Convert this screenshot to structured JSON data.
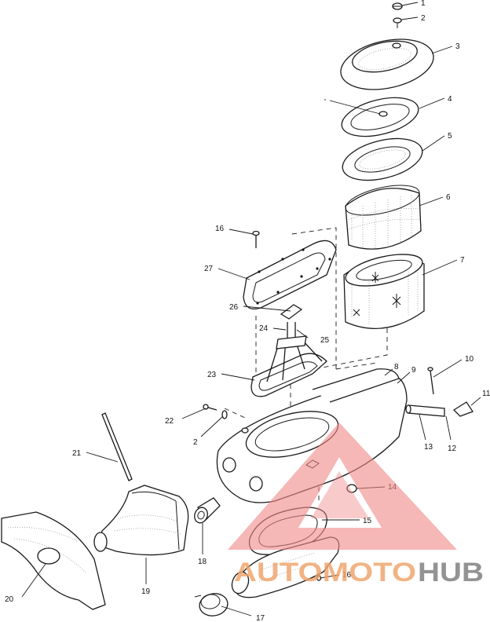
{
  "callouts": [
    {
      "id": "c1",
      "text": "1"
    },
    {
      "id": "c2a",
      "text": "2"
    },
    {
      "id": "c3",
      "text": "3"
    },
    {
      "id": "c4",
      "text": "4"
    },
    {
      "id": "c5",
      "text": "5"
    },
    {
      "id": "c6",
      "text": "6"
    },
    {
      "id": "c7",
      "text": "7"
    },
    {
      "id": "c8",
      "text": "8"
    },
    {
      "id": "c9",
      "text": "9"
    },
    {
      "id": "c10",
      "text": "10"
    },
    {
      "id": "c11",
      "text": "11"
    },
    {
      "id": "c12",
      "text": "12"
    },
    {
      "id": "c13",
      "text": "13"
    },
    {
      "id": "c14",
      "text": "14"
    },
    {
      "id": "c15",
      "text": "15"
    },
    {
      "id": "c16a",
      "text": "16"
    },
    {
      "id": "c16b",
      "text": "16"
    },
    {
      "id": "c17",
      "text": "17"
    },
    {
      "id": "c18",
      "text": "18"
    },
    {
      "id": "c19",
      "text": "19"
    },
    {
      "id": "c20",
      "text": "20"
    },
    {
      "id": "c21",
      "text": "21"
    },
    {
      "id": "c22",
      "text": "22"
    },
    {
      "id": "c2b",
      "text": "2"
    },
    {
      "id": "c23",
      "text": "23"
    },
    {
      "id": "c24",
      "text": "24"
    },
    {
      "id": "c25",
      "text": "25"
    },
    {
      "id": "c26",
      "text": "26"
    },
    {
      "id": "c27",
      "text": "27"
    }
  ],
  "watermark": {
    "brand_part1": "AUTOMOTO",
    "brand_part2": "HUB",
    "color_accent": "#f08a8a",
    "color_text_light": "#f0a36a",
    "color_text_dark": "#7c7c7c"
  }
}
